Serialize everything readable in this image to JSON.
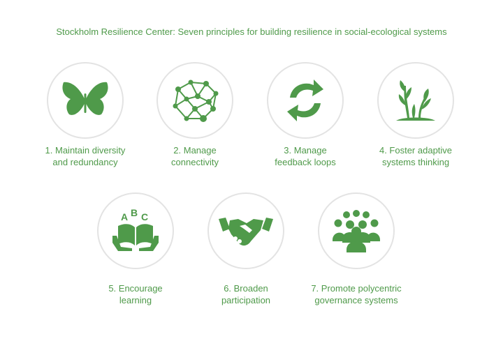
{
  "title": "Stockholm Resilience Center: Seven principles for building resilience in social-ecological systems",
  "accent_color": "#4f9a4a",
  "principles": [
    {
      "line1": "1. Maintain diversity",
      "line2": "and redundancy",
      "icon": "butterfly-icon"
    },
    {
      "line1": "2. Manage",
      "line2": "connectivity",
      "icon": "network-icon"
    },
    {
      "line1": "3. Manage",
      "line2": "feedback loops",
      "icon": "cycle-arrows-icon"
    },
    {
      "line1": "4. Foster adaptive",
      "line2": "systems thinking",
      "icon": "plants-icon"
    },
    {
      "line1": "5. Encourage",
      "line2": "learning",
      "icon": "book-abc-icon"
    },
    {
      "line1": "6. Broaden",
      "line2": "participation",
      "icon": "handshake-icon"
    },
    {
      "line1": "7. Promote polycentric",
      "line2": "governance systems",
      "icon": "people-group-icon"
    }
  ]
}
